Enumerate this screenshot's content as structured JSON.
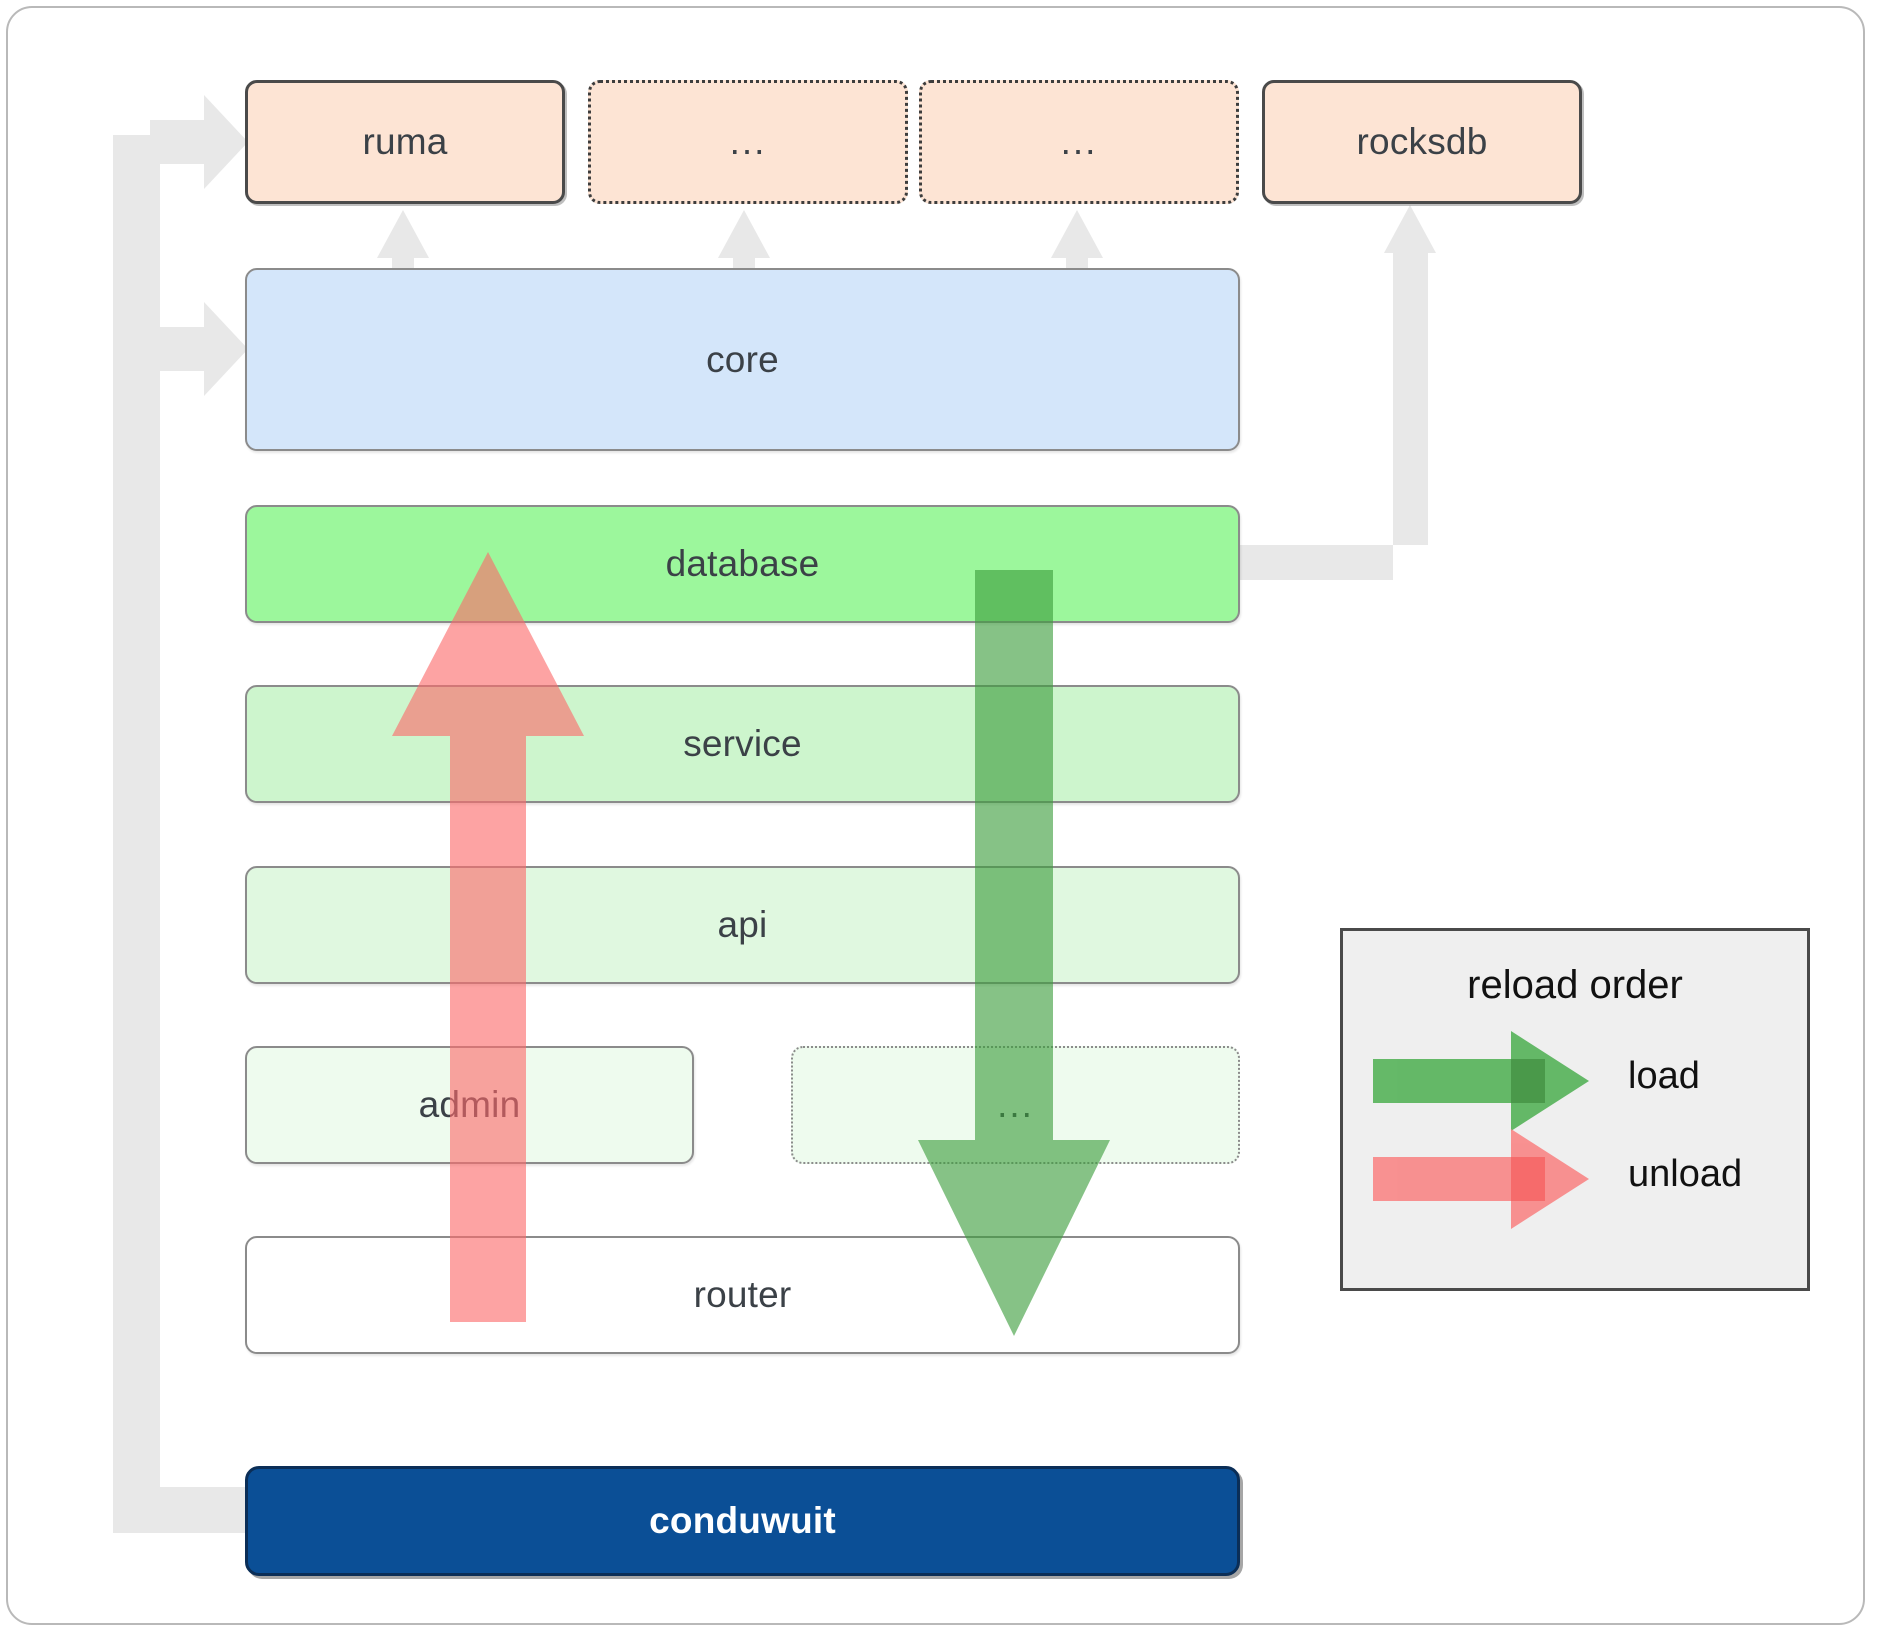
{
  "diagram": {
    "title_text": "",
    "dependencies": [
      {
        "id": "ruma",
        "label": "ruma",
        "style": "solid"
      },
      {
        "id": "dep2",
        "label": "...",
        "style": "dotted"
      },
      {
        "id": "dep3",
        "label": "...",
        "style": "dotted"
      },
      {
        "id": "rocksdb",
        "label": "rocksdb",
        "style": "solid"
      }
    ],
    "layers": [
      {
        "id": "core",
        "label": "core",
        "color": "#d4e6fa",
        "style": "solid"
      },
      {
        "id": "database",
        "label": "database",
        "color": "#9cf79c",
        "style": "solid"
      },
      {
        "id": "service",
        "label": "service",
        "color": "#cdf5cd",
        "style": "solid"
      },
      {
        "id": "api",
        "label": "api",
        "color": "#e0f8e0",
        "style": "solid"
      },
      {
        "id": "admin",
        "label": "admin",
        "color": "#eefbee",
        "style": "solid"
      },
      {
        "id": "extra",
        "label": "...",
        "color": "#eefbee",
        "style": "dotted"
      },
      {
        "id": "router",
        "label": "router",
        "color": "#ffffff",
        "style": "solid"
      }
    ],
    "root": {
      "id": "conduwuit",
      "label": "conduwuit",
      "color": "#0b4f96",
      "text_color": "#ffffff"
    },
    "legend": {
      "title": "reload order",
      "entries": [
        {
          "id": "load",
          "label": "load",
          "color": "#4caf50"
        },
        {
          "id": "unload",
          "label": "unload",
          "color": "#f98080"
        }
      ]
    },
    "flow_arrows": [
      {
        "id": "unload-arrow",
        "label": "unload",
        "color": "#f98080",
        "direction": "up",
        "from": "router",
        "to": "database"
      },
      {
        "id": "load-arrow",
        "label": "load",
        "color": "#4caf50",
        "direction": "down",
        "from": "database",
        "to": "router"
      }
    ],
    "colors": {
      "dependency_fill": "#fde4d4",
      "connector": "#e8e8e8",
      "frame_border": "#b9b9b9",
      "layer_border": "#8b8b8b",
      "legend_bg": "#efefef",
      "text": "#3b4147"
    }
  }
}
